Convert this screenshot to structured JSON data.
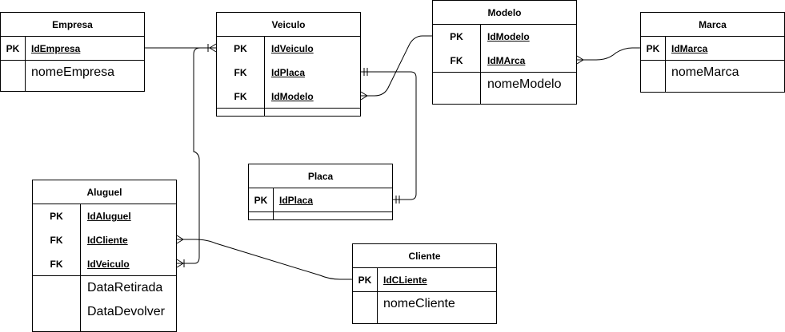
{
  "entities": {
    "empresa": {
      "title": "Empresa",
      "keys": [
        {
          "key": "PK",
          "name": "IdEmpresa"
        }
      ],
      "attrs": [
        "nomeEmpresa"
      ]
    },
    "veiculo": {
      "title": "Veiculo",
      "keys": [
        {
          "key": "PK",
          "name": "IdVeiculo"
        },
        {
          "key": "FK",
          "name": "IdPlaca"
        },
        {
          "key": "FK",
          "name": "IdModelo"
        }
      ],
      "attrs": []
    },
    "modelo": {
      "title": "Modelo",
      "keys": [
        {
          "key": "PK",
          "name": "IdModelo"
        },
        {
          "key": "FK",
          "name": "IdMArca"
        }
      ],
      "attrs": [
        "nomeModelo"
      ]
    },
    "marca": {
      "title": "Marca",
      "keys": [
        {
          "key": "PK",
          "name": "IdMarca"
        }
      ],
      "attrs": [
        "nomeMarca"
      ]
    },
    "placa": {
      "title": "Placa",
      "keys": [
        {
          "key": "PK",
          "name": "IdPlaca"
        }
      ],
      "attrs": []
    },
    "aluguel": {
      "title": "Aluguel",
      "keys": [
        {
          "key": "PK",
          "name": "IdAluguel"
        },
        {
          "key": "FK",
          "name": "IdCliente"
        },
        {
          "key": "FK",
          "name": "IdVeiculo"
        }
      ],
      "attrs": [
        "DataRetirada",
        "DataDevolver"
      ]
    },
    "cliente": {
      "title": "Cliente",
      "keys": [
        {
          "key": "PK",
          "name": "IdCLiente"
        }
      ],
      "attrs": [
        "nomeCliente"
      ]
    }
  },
  "relationships": [
    {
      "from": "empresa",
      "to": "veiculo",
      "from_end": "none",
      "to_end": "crow-foot-one-or-many"
    },
    {
      "from": "veiculo",
      "to": "modelo",
      "from_end": "crow-foot-many",
      "to_end": "none"
    },
    {
      "from": "veiculo",
      "to": "placa",
      "from_end": "one-and-only-one",
      "to_end": "one-and-only-one"
    },
    {
      "from": "modelo",
      "to": "marca",
      "from_end": "crow-foot-many",
      "to_end": "none"
    },
    {
      "from": "aluguel",
      "to": "veiculo",
      "from_end": "crow-foot-many",
      "to_end": "none"
    },
    {
      "from": "aluguel",
      "to": "cliente",
      "from_end": "crow-foot-many",
      "to_end": "none"
    }
  ]
}
